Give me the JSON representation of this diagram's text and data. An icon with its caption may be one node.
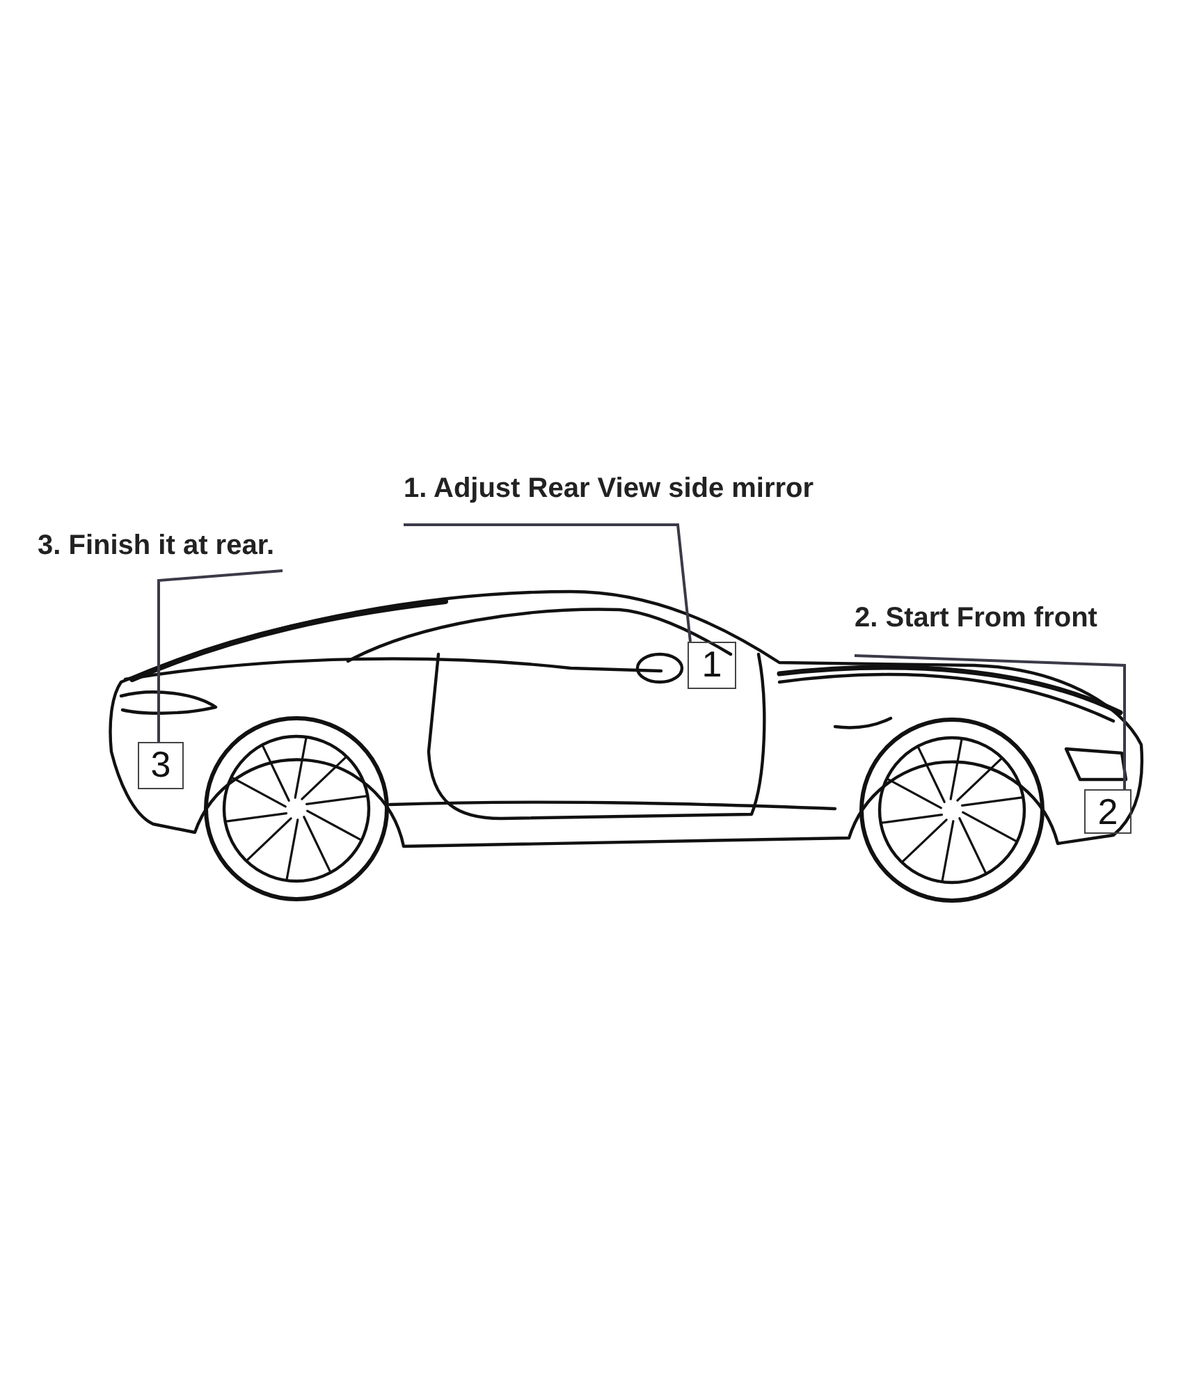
{
  "diagram": {
    "nodes": [
      {
        "text": [
          "1. Adjust Rear View side mirror"
        ]
      },
      {
        "text": [
          "1"
        ]
      },
      {
        "text": [
          "2. Start From front"
        ]
      },
      {
        "text": [
          "2"
        ]
      },
      {
        "text": [
          "3. Finish it at rear."
        ]
      },
      {
        "text": [
          "3"
        ]
      }
    ],
    "edges": [
      {
        "from": 0,
        "to": 1,
        "arrow": "none"
      },
      {
        "from": 2,
        "to": 3,
        "arrow": "none"
      },
      {
        "from": 4,
        "to": 5,
        "arrow": "none"
      }
    ]
  }
}
